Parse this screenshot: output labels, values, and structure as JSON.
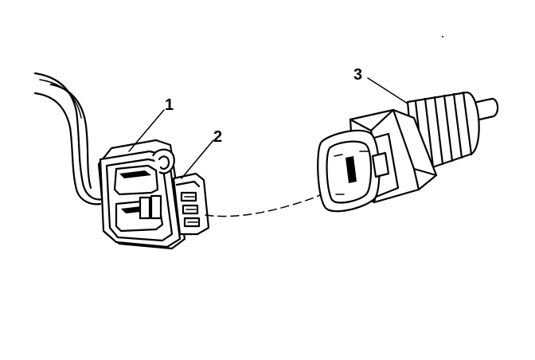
{
  "callouts": {
    "item_1": "1",
    "item_2": "2",
    "item_3": "3"
  }
}
